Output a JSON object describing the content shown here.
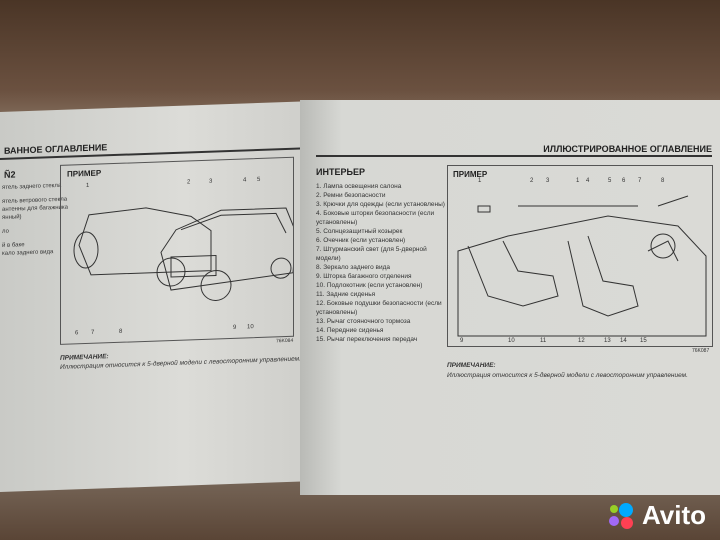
{
  "left_page": {
    "header": "ВАННОЕ ОГЛАВЛЕНИЕ",
    "section": "Ñ2",
    "side_lines": [
      "ятель заднего стекла",
      "ятель ветрового стекла",
      "антенны для багажника",
      "янный)",
      "ло",
      "й в баке",
      "кало заднего вида"
    ],
    "box_title": "ПРИМЕР",
    "callouts_top": [
      "1",
      "2",
      "3",
      "4",
      "5"
    ],
    "callouts_bottom": [
      "6",
      "7",
      "8",
      "9",
      "10"
    ],
    "code": "76K084",
    "note_title": "ПРИМЕЧАНИЕ:",
    "note_text": "Иллюстрация относится к 5-дверной модели с левосторонним управлением."
  },
  "right_page": {
    "header": "ИЛЛЮСТРИРОВАННОЕ ОГЛАВЛЕНИЕ",
    "section": "ИНТЕРЬЕР",
    "items": [
      "1.  Лампа освещения салона",
      "2.  Ремни безопасности",
      "3.  Крючки для одежды (если установлены)",
      "4.  Боковые шторки безопасности (если установлены)",
      "5.  Солнцезащитный козырек",
      "6.  Очечник (если установлен)",
      "7.  Штурманский свет (для 5-дверной модели)",
      "8.  Зеркало заднего вида",
      "9.  Шторка багажного отделения",
      "10. Подлокотник (если установлен)",
      "11. Задние сиденья",
      "12. Боковые подушки безопасности (если установлены)",
      "13. Рычаг стояночного тормоза",
      "14. Передние сиденья",
      "15. Рычаг переключения передач"
    ],
    "box_title": "ПРИМЕР",
    "callouts_top": [
      "1",
      "2",
      "3",
      "1",
      "4",
      "5",
      "6",
      "7",
      "8"
    ],
    "callouts_bottom": [
      "9",
      "10",
      "11",
      "12",
      "13",
      "14",
      "15"
    ],
    "code": "76K087",
    "note_title": "ПРИМЕЧАНИЕ:",
    "note_text": "Иллюстрация относится к 5-дверной модели с левосторонним управлением."
  },
  "watermark": {
    "brand": "Avito",
    "colors": [
      "#00aaff",
      "#a169f7",
      "#ff4053",
      "#97cf26"
    ]
  }
}
